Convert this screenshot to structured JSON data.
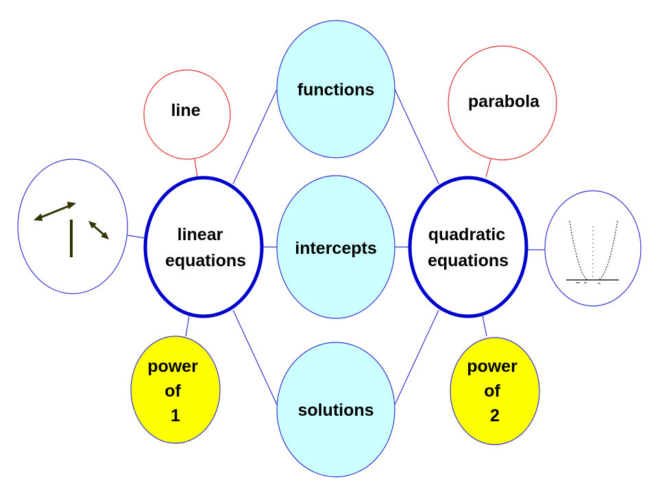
{
  "nodes": {
    "functions": {
      "label": "functions"
    },
    "intercepts": {
      "label": "intercepts"
    },
    "solutions": {
      "label": "solutions"
    },
    "line": {
      "label": "line"
    },
    "parabola": {
      "label": "parabola"
    },
    "linear_equations": {
      "line1": "linear",
      "line2": "equations"
    },
    "quadratic_equations": {
      "line1": "quadratic",
      "line2": "equations"
    },
    "power_of_1": {
      "line1": "power",
      "line2": "of",
      "line3": "1"
    },
    "power_of_2": {
      "line1": "power",
      "line2": "of",
      "line3": "2"
    },
    "lines_picture": {
      "icon": "intersecting-lines-icon"
    },
    "parabola_picture": {
      "icon": "parabola-graph-icon"
    }
  },
  "colors": {
    "core_fill": "#ccffff",
    "core_stroke": "#3333cc",
    "hub_stroke": "#0000cc",
    "red_stroke": "#e03030",
    "yellow_fill": "#ffff00",
    "arrow_color": "#333300"
  }
}
